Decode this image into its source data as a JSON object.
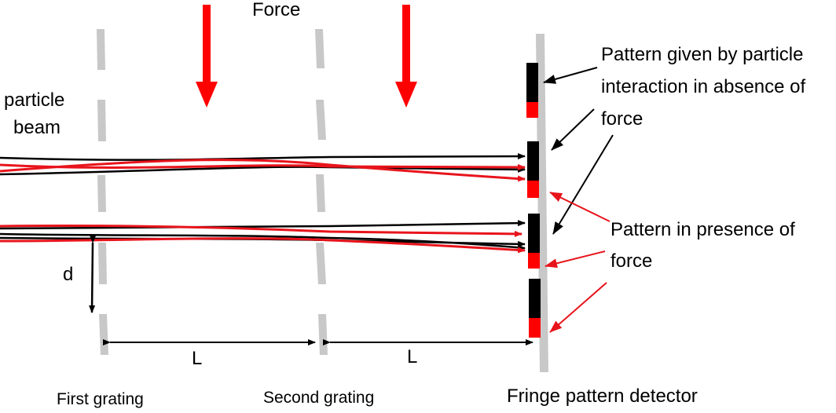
{
  "labels": {
    "force": "Force",
    "particle_beam_line1": "particle",
    "particle_beam_line2": "beam",
    "absence_line1": "Pattern given by particle",
    "absence_line2": "interaction in absence of",
    "absence_line3": "force",
    "presence_line1": "Pattern in presence of",
    "presence_line2": "force",
    "spacing": "d",
    "distance_1": "L",
    "distance_2": "L",
    "grating_1": "First grating",
    "grating_2": "Second grating",
    "detector": "Fringe pattern detector"
  },
  "colors": {
    "force_arrow": "#ff0000",
    "beam_with_force": "#e8141c",
    "beam_without_force": "#000000",
    "grating": "#c8c8c8",
    "fringe_absent_force": "#000000",
    "fringe_present_force": "#ff0000"
  }
}
